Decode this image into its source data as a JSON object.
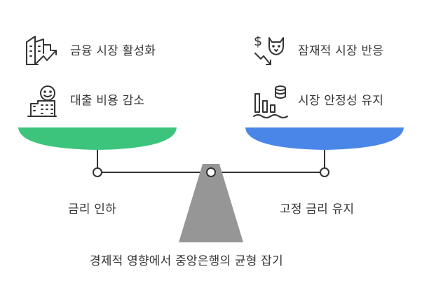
{
  "left_pan": {
    "items": [
      {
        "label": "금융 시장 활성화",
        "icon": "city-growth-icon"
      },
      {
        "label": "대출 비용 감소",
        "icon": "smiling-building-icon"
      }
    ],
    "caption": "금리 인하",
    "color": "#3cc47c"
  },
  "right_pan": {
    "items": [
      {
        "label": "잠재적 시장 반응",
        "icon": "money-fox-decline-icon"
      },
      {
        "label": "시장 안정성 유지",
        "icon": "stable-chart-coin-icon"
      }
    ],
    "caption": "고정 금리 유지",
    "color": "#4a86e8"
  },
  "base_caption": "경제적 영향에서 중앙은행의 균형 잡기",
  "colors": {
    "beam": "#333333",
    "base": "#969696",
    "text": "#333333"
  }
}
